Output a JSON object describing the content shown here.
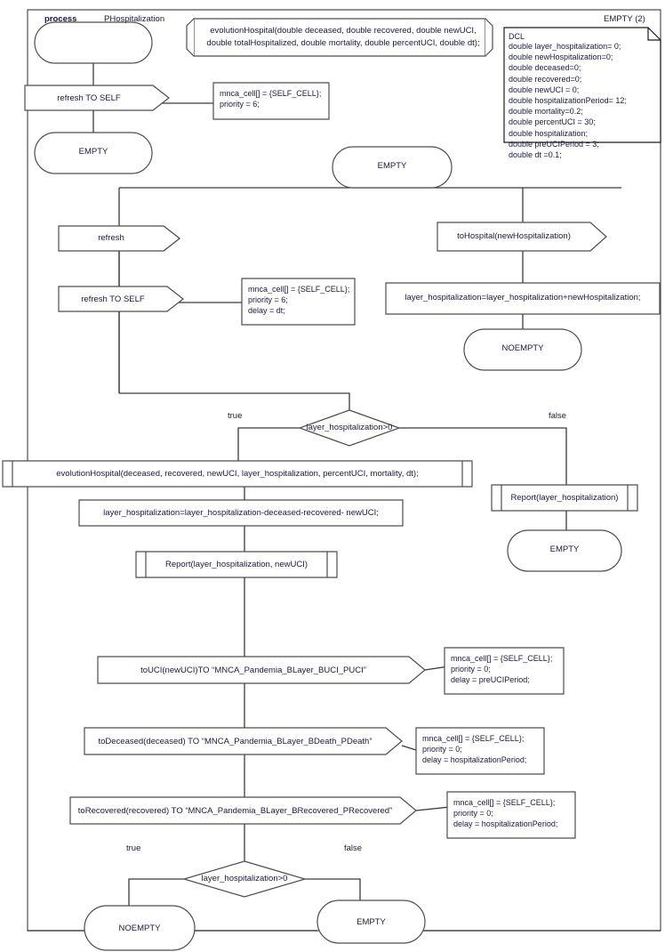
{
  "diagram": {
    "type": "flowchart",
    "title_prefix": "process",
    "title_name": "PHospitalization",
    "top_right_label": "EMPTY (2)",
    "function_signature_line1": "evolutionHospital(double deceased, double recovered, double newUCI,",
    "function_signature_line2": "double totalHospitalized, double mortality, double percentUCI, double dt);",
    "dcl": {
      "header": "DCL",
      "lines": [
        "double layer_hospitalization= 0;",
        "double newHospitalization=0;",
        "double deceased=0;",
        "double recovered=0;",
        "double newUCI = 0;",
        "double hospitalizationPeriod= 12;",
        "double mortality=0.2;",
        "double percentUCI = 30;",
        "double hospitalization;",
        "double preUCIPeriod = 3;",
        "double dt =0.1;"
      ]
    },
    "nodes": {
      "start_terminal": "",
      "refresh_to_self_1": "refresh TO SELF",
      "empty_1": "EMPTY",
      "empty_2": "EMPTY",
      "refresh_receive": "refresh",
      "refresh_to_self_2": "refresh TO SELF",
      "to_hospital": "toHospital(newHospitalization)",
      "layer_add": "layer_hospitalization=layer_hospitalization+newHospitalization;",
      "noempty_top": "NOEMPTY",
      "decision_1": "layer_hospitalization>0",
      "evolution_call": "evolutionHospital(deceased, recovered, newUCI, layer_hospitalization, percentUCI, mortality, dt);",
      "layer_sub": "layer_hospitalization=layer_hospitalization-deceased-recovered- newUCI;",
      "report_two": "Report(layer_hospitalization, newUCI)",
      "report_one": "Report(layer_hospitalization)",
      "empty_right": "EMPTY",
      "to_uci": "toUCI(newUCI)TO “MNCA_Pandemia_BLayer_BUCI_PUCI”",
      "to_deceased": "toDeceased(deceased) TO “MNCA_Pandemia_BLayer_BDeath_PDeath”",
      "to_recovered": "toRecovered(recovered) TO “MNCA_Pandemia_BLayer_BRecovered_PRecovered”",
      "decision_2": "layer_hospitalization>0",
      "noempty_bottom": "NOEMPTY",
      "empty_bottom": "EMPTY"
    },
    "edge_labels": {
      "d1_true": "true",
      "d1_false": "false",
      "d2_true": "true",
      "d2_false": "false"
    },
    "annotations": {
      "ann_1": [
        "mnca_cell[] = {SELF_CELL};",
        "priority = 6;"
      ],
      "ann_2": [
        "mnca_cell[] = {SELF_CELL};",
        "priority = 6;",
        "delay = dt;"
      ],
      "ann_uci": [
        "mnca_cell[] = {SELF_CELL};",
        "priority = 0;",
        "delay = preUCIPeriod;"
      ],
      "ann_deceased": [
        "mnca_cell[] = {SELF_CELL};",
        "priority = 0;",
        "delay = hospitalizationPeriod;"
      ],
      "ann_recovered": [
        "mnca_cell[] = {SELF_CELL};",
        "priority = 0;",
        "delay = hospitalizationPeriod;"
      ]
    },
    "colors": {
      "stroke": "#4d4d4d",
      "stroke_dark": "#1a1a1a",
      "text": "#1a1a3a",
      "background": "#ffffff"
    }
  }
}
